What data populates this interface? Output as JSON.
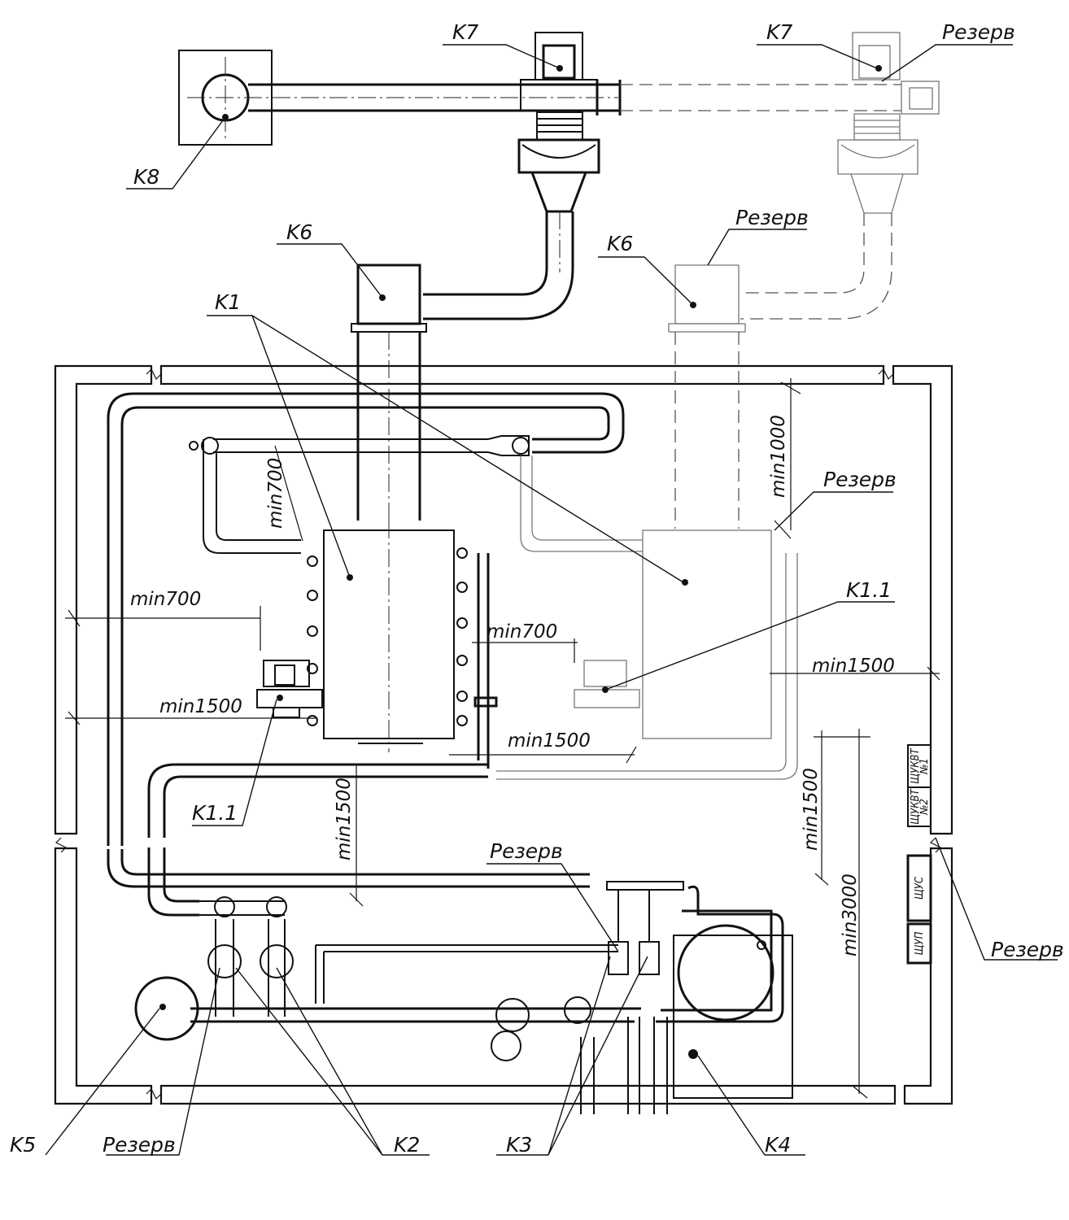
{
  "labels": {
    "k1": "K1",
    "k1_1_left": "K1.1",
    "k1_1_right": "K1.1",
    "k2": "K2",
    "k3": "K3",
    "k4": "K4",
    "k5": "K5",
    "k6_main": "K6",
    "k6_reserve": "K6",
    "k7_main": "K7",
    "k7_reserve": "K7",
    "k8": "K8",
    "reserve_top": "Резерв",
    "reserve_k6": "Резерв",
    "reserve_boiler": "Резерв",
    "reserve_pump": "Резерв",
    "reserve_mid": "Резерв",
    "reserve_panel": "Резерв"
  },
  "dimensions": {
    "min700_vertical": "min700",
    "min700_left": "min700",
    "min700_mid": "min700",
    "min1000": "min1000",
    "min1500_left": "min1500",
    "min1500_right": "min1500",
    "min1500_bottom": "min1500",
    "min1500_vert_left": "min1500",
    "min1500_vert_right": "min1500",
    "min3000": "min3000"
  },
  "panels": {
    "shukvt1_a": "ЩУКВТ",
    "shukvt1_b": "№1",
    "shukvt2_a": "ЩУКВТ",
    "shukvt2_b": "№2",
    "shus": "ЩУС",
    "shup": "ЩУП"
  }
}
